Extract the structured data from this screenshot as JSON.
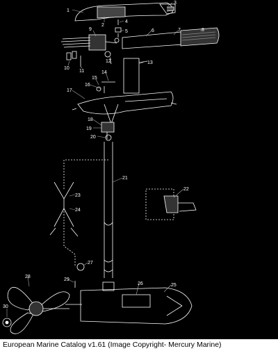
{
  "diagram": {
    "callouts": [
      "1",
      "2",
      "3",
      "4",
      "5",
      "6",
      "7",
      "8",
      "9",
      "10",
      "11",
      "12",
      "13",
      "14",
      "15",
      "16",
      "17",
      "18",
      "19",
      "20",
      "21",
      "22",
      "23",
      "24",
      "25",
      "26",
      "27",
      "28",
      "29",
      "30"
    ]
  },
  "caption": "European Marine Catalog v1.61 (Image Copyright- Mercury Marine)"
}
